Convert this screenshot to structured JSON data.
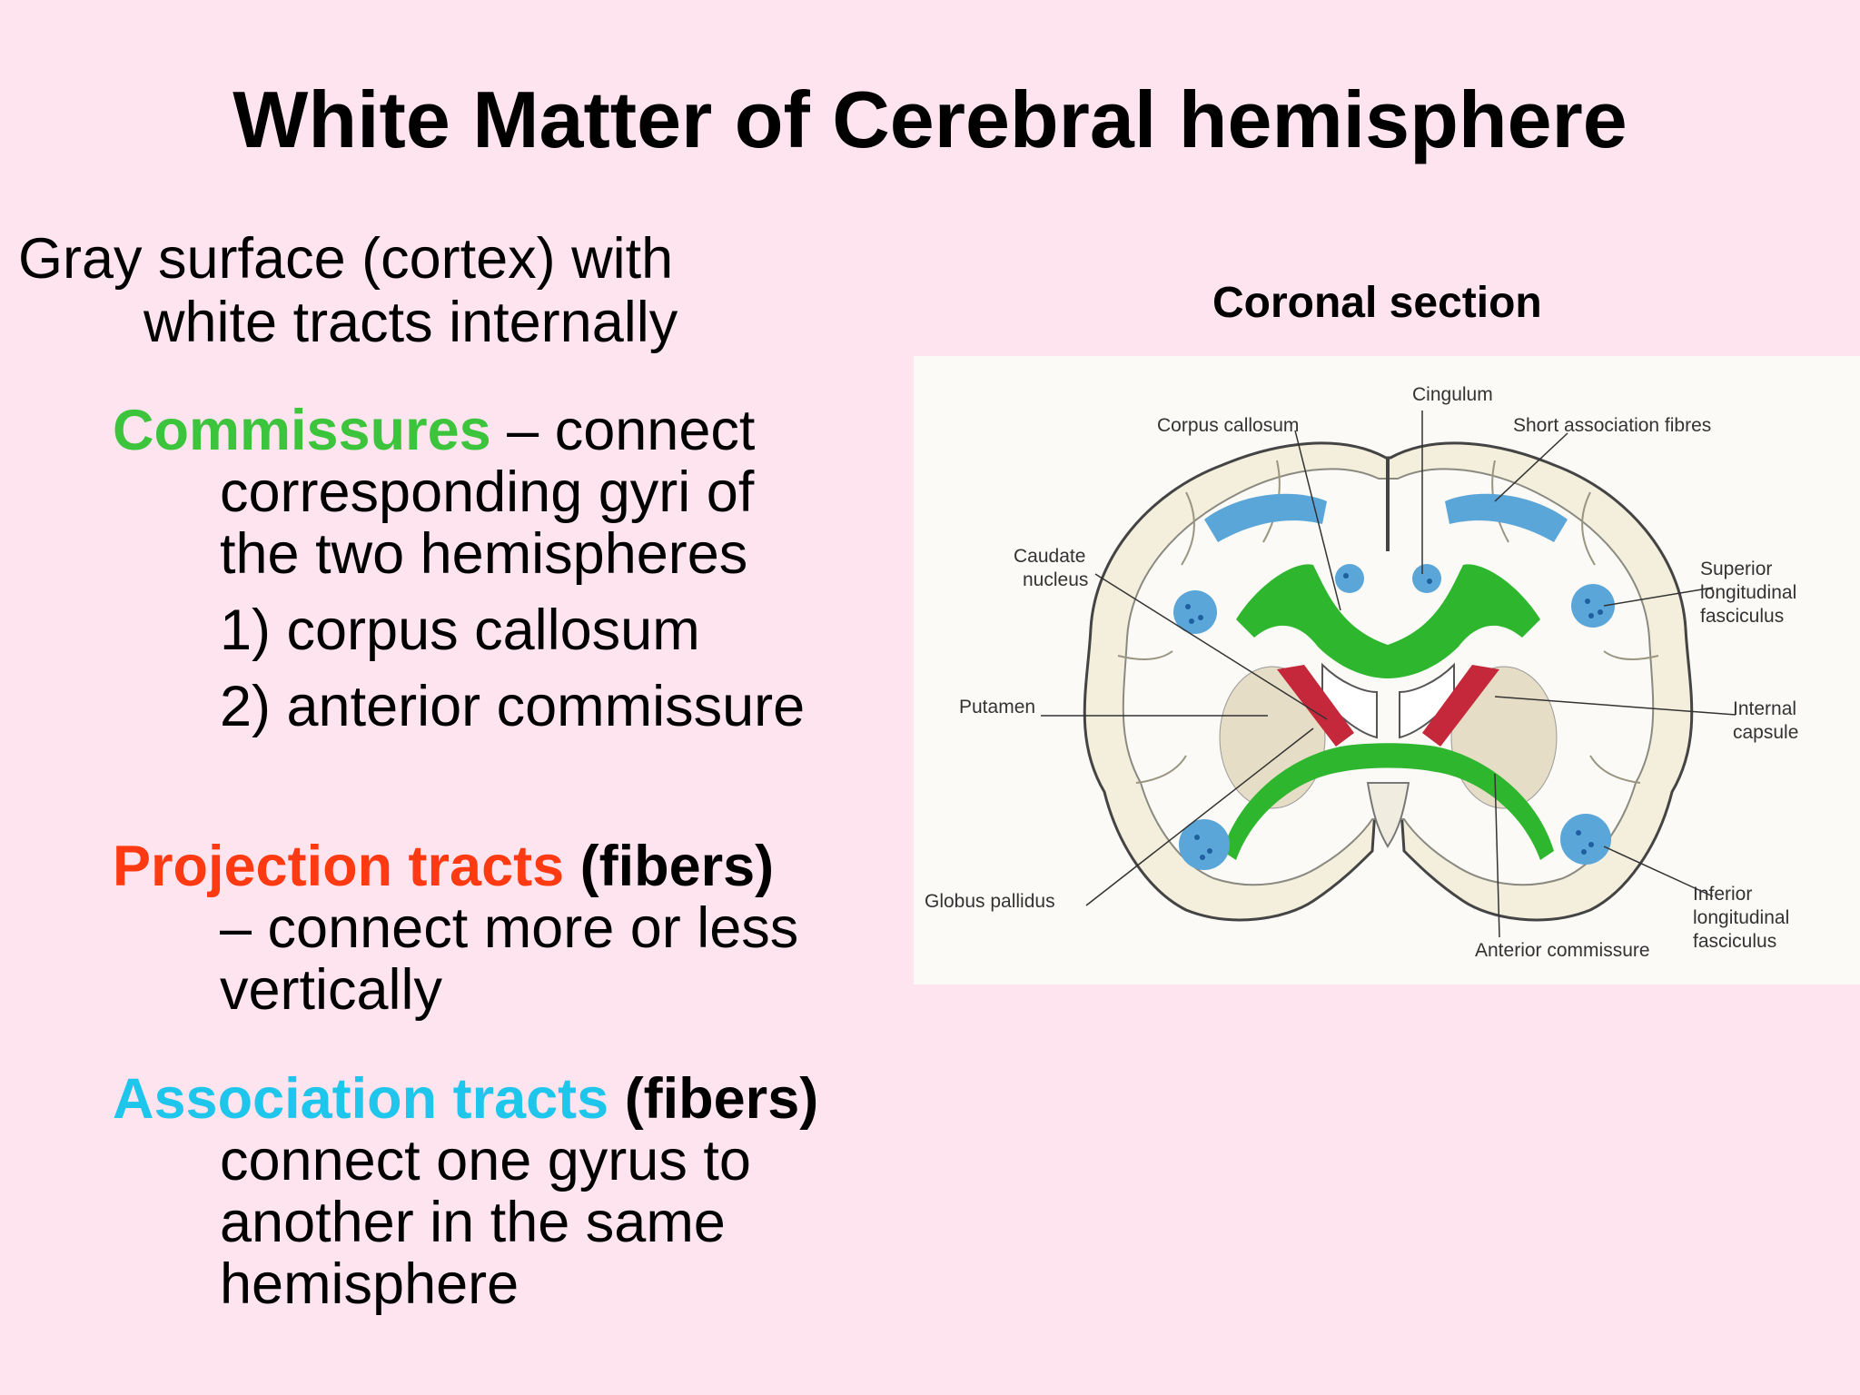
{
  "title": "White Matter of Cerebral hemisphere",
  "intro": {
    "line1": "Gray surface (cortex) with",
    "line2": "white tracts internally"
  },
  "commissures": {
    "heading": "Commissures",
    "heading_color": "#3cc43c",
    "line1_rest": " – connect",
    "line2": "corresponding gyri of",
    "line3": "the two hemispheres",
    "item1": "1) corpus callosum",
    "item2": "2)  anterior commissure"
  },
  "projection": {
    "heading": "Projection tracts",
    "heading_color": "#ff3a12",
    "suffix": " (fibers)",
    "line2": "– connect more or less",
    "line3": "vertically"
  },
  "association": {
    "heading": "Association tracts",
    "heading_color": "#1ec6ec",
    "suffix": " (fibers)",
    "line2": " connect one gyrus to",
    "line3": "another in the same",
    "line4": "hemisphere"
  },
  "figure": {
    "caption": "Coronal section",
    "labels": {
      "cingulum": "Cingulum",
      "corpus_callosum": "Corpus callosum",
      "short_assoc": "Short association fibres",
      "caudate1": "Caudate",
      "caudate2": "nucleus",
      "sup1": "Superior",
      "sup2": "longitudinal",
      "sup3": "fasciculus",
      "putamen": "Putamen",
      "int1": "Internal",
      "int2": "capsule",
      "globus": "Globus pallidus",
      "inf1": "Inferior",
      "inf2": "longitudinal",
      "inf3": "fasciculus",
      "anterior": "Anterior commissure"
    },
    "colors": {
      "commissure": "#2fb62f",
      "projection": "#c4283a",
      "association": "#5aa6d8"
    }
  }
}
